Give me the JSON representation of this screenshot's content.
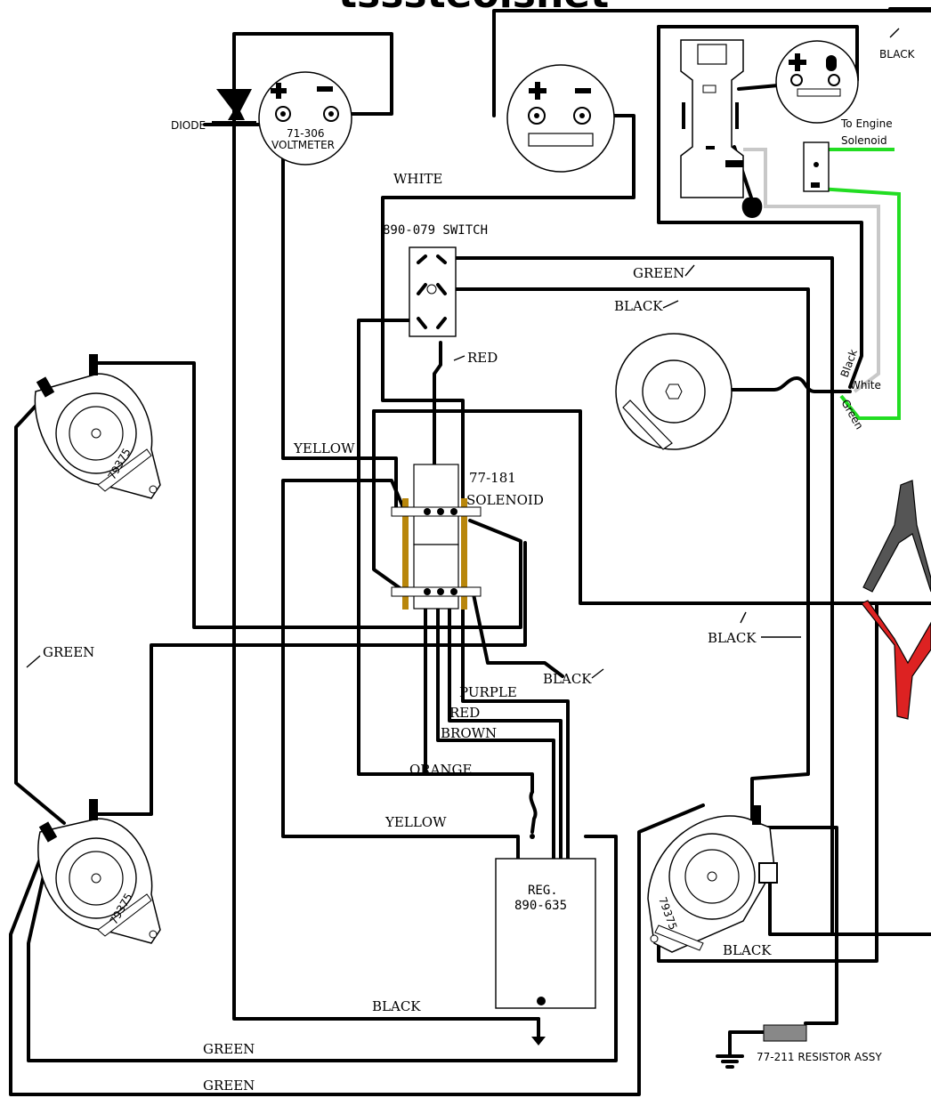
{
  "watermark": "tsssteolsnet",
  "colors": {
    "wire": "#000000",
    "green_wire": "#22dd22",
    "gray_wire": "#c8c8c8",
    "solenoid_bar": "#b8860b",
    "clamp_black": "#555555",
    "clamp_red": "#dd2222",
    "resistor": "#888888"
  },
  "components": {
    "diode": "DIODE",
    "voltmeter_part": "71-306",
    "voltmeter": "VOLTMETER",
    "switch": "890-079 SWITCH",
    "solenoid_part": "77-181",
    "solenoid": "SOLENOID",
    "regulator": "REG.",
    "regulator_part": "890-635",
    "resistor": "77-211 RESISTOR ASSY",
    "engine_solenoid": [
      "To Engine",
      "Solenoid"
    ],
    "generator_model": "79375"
  },
  "wires": {
    "black_top": "BLACK",
    "white": "WHITE",
    "green_switch": "GREEN",
    "black_switch": "BLACK",
    "red": "RED",
    "yellow_upper": "YELLOW",
    "black_right": "BLACK",
    "black_mid": "BLACK",
    "purple": "PURPLE",
    "red_lower": "RED",
    "brown": "BROWN",
    "orange": "ORANGE",
    "yellow_lower": "YELLOW",
    "green_left": "GREEN",
    "black_gen": "BLACK",
    "black_bottom": "BLACK",
    "green_bottom1": "GREEN",
    "green_bottom2": "GREEN",
    "tiny_black": "Black",
    "tiny_white": "White",
    "tiny_green": "Green"
  }
}
